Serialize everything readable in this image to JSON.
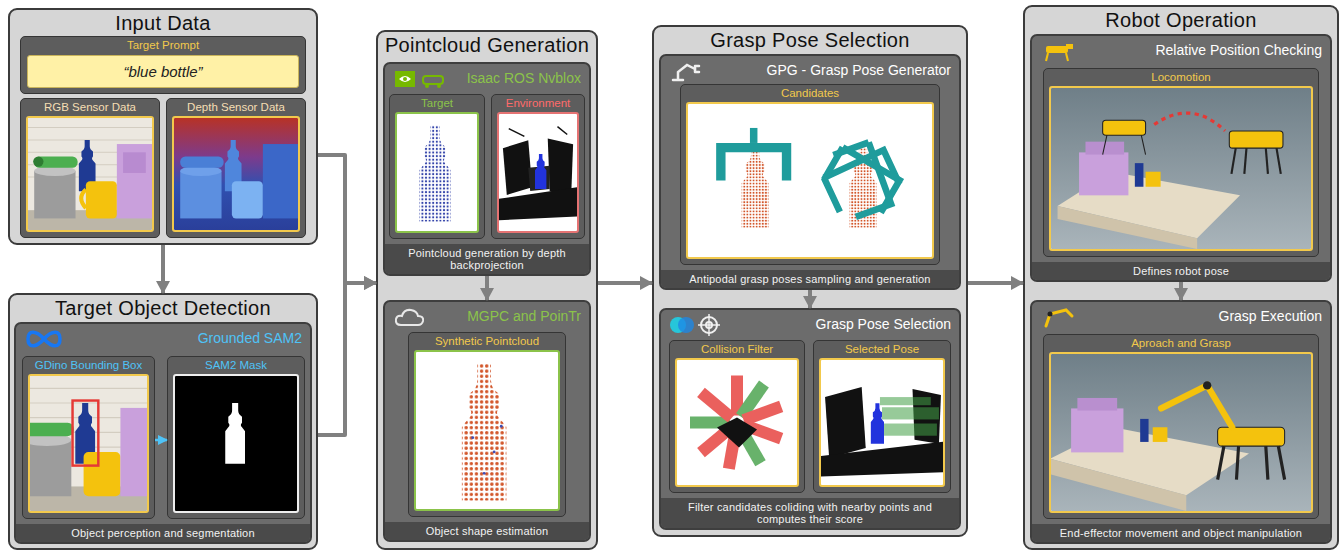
{
  "diagram": {
    "nodes": [
      {
        "text": [
          "Input Data"
        ]
      },
      {
        "text": [
          "Target Prompt"
        ],
        "in": 0
      },
      {
        "text": [
          "“blue bottle”"
        ],
        "in": 1
      },
      {
        "text": [
          "RGB Sensor Data"
        ],
        "in": 0
      },
      {
        "text": [
          "Depth Sensor Data"
        ],
        "in": 0
      },
      {
        "text": [
          "Target Object Detection"
        ]
      },
      {
        "text": [
          "Grounded SAM2",
          "Object perception and segmentation"
        ],
        "in": 5
      },
      {
        "text": [
          "GDino Bounding Box"
        ],
        "in": 6
      },
      {
        "text": [
          "SAM2 Mask"
        ],
        "in": 6
      },
      {
        "text": [
          "Pointcloud Generation"
        ]
      },
      {
        "text": [
          "Isaac ROS Nvblox",
          "Pointcloud generation by depth backprojection"
        ],
        "in": 9
      },
      {
        "text": [
          "Target"
        ],
        "in": 10
      },
      {
        "text": [
          "Environment"
        ],
        "in": 10
      },
      {
        "text": [
          "MGPC and PoinTr",
          "Object shape estimation"
        ],
        "in": 9
      },
      {
        "text": [
          "Synthetic Pointcloud"
        ],
        "in": 13
      },
      {
        "text": [
          "Grasp Pose Selection"
        ]
      },
      {
        "text": [
          "GPG - Grasp Pose Generator",
          "Antipodal grasp poses sampling and generation"
        ],
        "in": 15
      },
      {
        "text": [
          "Candidates"
        ],
        "in": 16
      },
      {
        "text": [
          "Grasp Pose Selection",
          "Filter candidates coliding with nearby points and computes their score"
        ],
        "in": 15
      },
      {
        "text": [
          "Collision Filter"
        ],
        "in": 18
      },
      {
        "text": [
          "Selected Pose"
        ],
        "in": 18
      },
      {
        "text": [
          "Robot Operation"
        ]
      },
      {
        "text": [
          "Relative Position Checking",
          "Defines robot pose"
        ],
        "in": 21
      },
      {
        "text": [
          "Locomotion"
        ],
        "in": 22
      },
      {
        "text": [
          "Grasp Execution",
          "End-effector movement and object manipulation"
        ],
        "in": 21
      },
      {
        "text": [
          "Aproach and Grasp"
        ],
        "in": 24
      }
    ],
    "edges": [
      {
        "from": 0,
        "to": 5,
        "arrow": "to"
      },
      {
        "from": 0,
        "to": 9,
        "arrow": "to"
      },
      {
        "from": 5,
        "to": 9,
        "arrow": "to"
      },
      {
        "from": 9,
        "to": 15,
        "arrow": "to"
      },
      {
        "from": 15,
        "to": 21,
        "arrow": "to"
      },
      {
        "from": 10,
        "to": 13,
        "arrow": "to"
      },
      {
        "from": 16,
        "to": 18,
        "arrow": "to"
      },
      {
        "from": 22,
        "to": 24,
        "arrow": "to"
      },
      {
        "from": 7,
        "to": 8,
        "arrow": "to"
      }
    ]
  }
}
